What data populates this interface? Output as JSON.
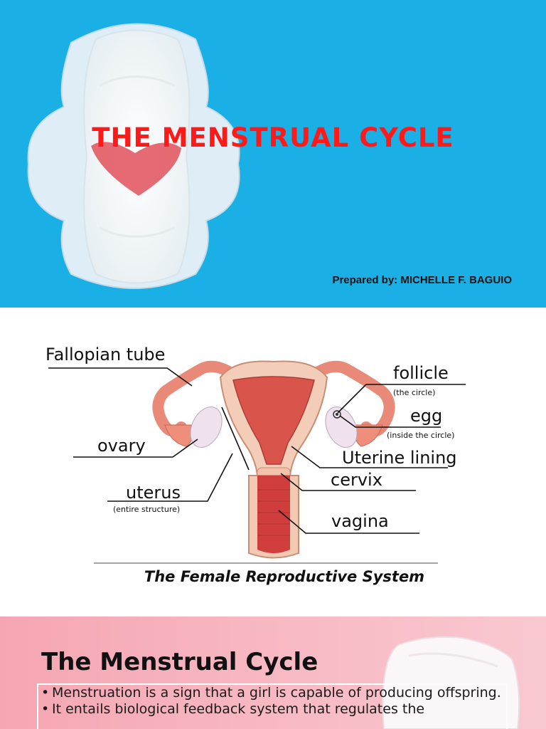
{
  "slide1": {
    "title": "THE MENSTRUAL CYCLE",
    "prepared_by": "Prepared by: MICHELLE F. BAGUIO"
  },
  "slide2": {
    "labels": {
      "fallopian_tube": "Fallopian tube",
      "follicle": "follicle",
      "follicle_note": "(the circle)",
      "egg": "egg",
      "egg_note": "(inside the circle)",
      "ovary": "ovary",
      "uterine_lining": "Uterine lining",
      "cervix": "cervix",
      "uterus": "uterus",
      "uterus_note": "(entire structure)",
      "vagina": "vagina"
    },
    "caption": "The Female Reproductive System"
  },
  "slide3": {
    "heading": "The Menstrual Cycle",
    "bullet_char": "•",
    "bullets": [
      "Menstruation is a sign that a girl is capable of producing offspring.",
      "It entails biological feedback system that regulates the"
    ]
  },
  "colors": {
    "slide1_bg": "#1ab0e6",
    "title_red": "#ff1a1a",
    "slide3_pink": "#f5a6b2"
  }
}
